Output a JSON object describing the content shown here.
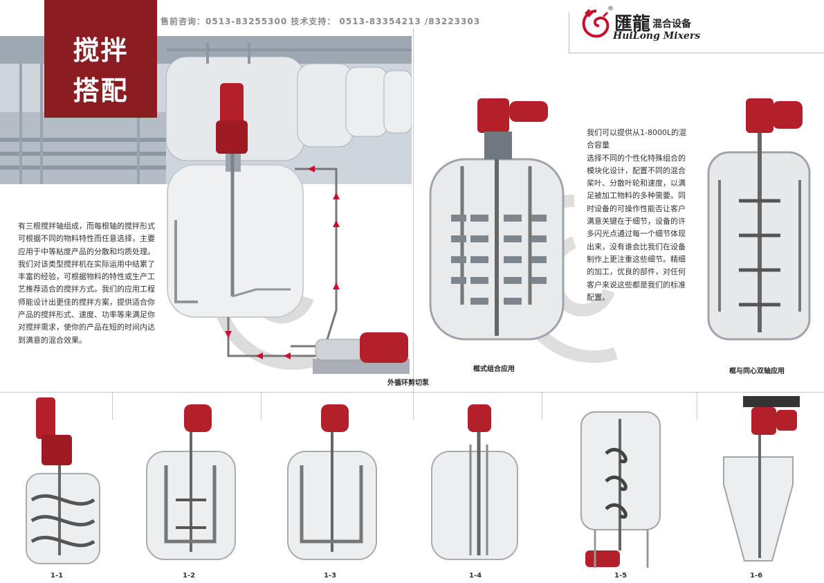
{
  "header": {
    "title_line1": "搅拌",
    "title_line2": "搭配",
    "contact": "售前咨询：0513-83255300  技术支持： 0513-83354213 /83223303"
  },
  "logo": {
    "cn_name": "匯龍",
    "cn_sub": "混合设备",
    "en_name": "HuiLong Mixers",
    "registered": "®",
    "mark_icon": "dragon-logo-icon",
    "brand_color": "#c8102e"
  },
  "left_text": "有三根搅拌轴组成，而每根轴的搅拌形式可根据不同的物料特性而任意选择，主要应用于中等粘度产品的分散和均质处理。我们对该类型搅拌机在实际运用中结累了丰富的经验，可根据物料的特性或生产工艺推荐适合的搅拌方式。我们的应用工程师能设计出更佳的搅拌方案，提供适合你产品的搅拌形式、速度、功率等来满足你对搅拌需求，使你的产品在短的时间内达到满意的混合效果。",
  "right_text": "我们可以提供从1-8000L的混合容量\n选择不同的个性化特殊组合的模块化设计，配置不同的混合桨叶、分散叶轮和速度，以满足被加工物料的多种需要。同时设备的可操作性能否让客户满意关键在于细节，设备的许多闪光点通过每一个细节体现出来，没有谁会比我们在设备制作上更注重这些细节。精细的加工，优良的部件，对任何客户来说这些都是我们的标准配置。",
  "captions": {
    "pump": "外循环剪切泵",
    "frame": "框式组合应用",
    "coaxial": "框与同心双轴应用"
  },
  "numbers": [
    "1-1",
    "1-2",
    "1-3",
    "1-4",
    "1-5",
    "1-6"
  ],
  "colors": {
    "accent": "#8b1c22",
    "motor_red": "#b3202a"
  }
}
